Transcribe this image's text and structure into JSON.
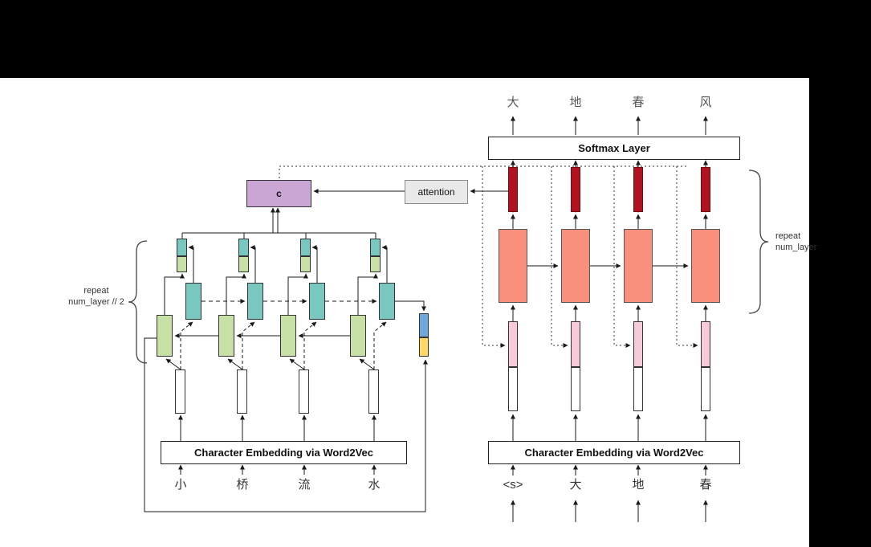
{
  "diagram": {
    "attention": {
      "context_label": "c",
      "attention_label": "attention"
    },
    "encoder": {
      "embedding_label": "Character Embedding via Word2Vec",
      "inputs": [
        "小",
        "桥",
        "流",
        "水"
      ],
      "repeat_label": {
        "line1": "repeat",
        "line2": "num_layer // 2"
      }
    },
    "decoder": {
      "softmax_label": "Softmax Layer",
      "embedding_label": "Character Embedding via Word2Vec",
      "inputs": [
        "<s>",
        "大",
        "地",
        "春"
      ],
      "outputs": [
        "大",
        "地",
        "春",
        "风"
      ],
      "repeat_label": {
        "line1": "repeat",
        "line2": "num_layer"
      }
    },
    "colors": {
      "backward_cell_green": "#c6e0a5",
      "forward_cell_teal": "#79c8bf",
      "context_purple": "#c9a6d3",
      "attention_gray": "#e9e9e9",
      "decoder_output_red": "#b11220",
      "decoder_cell_salmon": "#f9907c",
      "decoder_embed_pink": "#f6cada",
      "encoder_state_blue": "#6fa8dc",
      "encoder_state_yellow": "#ffd966"
    }
  }
}
